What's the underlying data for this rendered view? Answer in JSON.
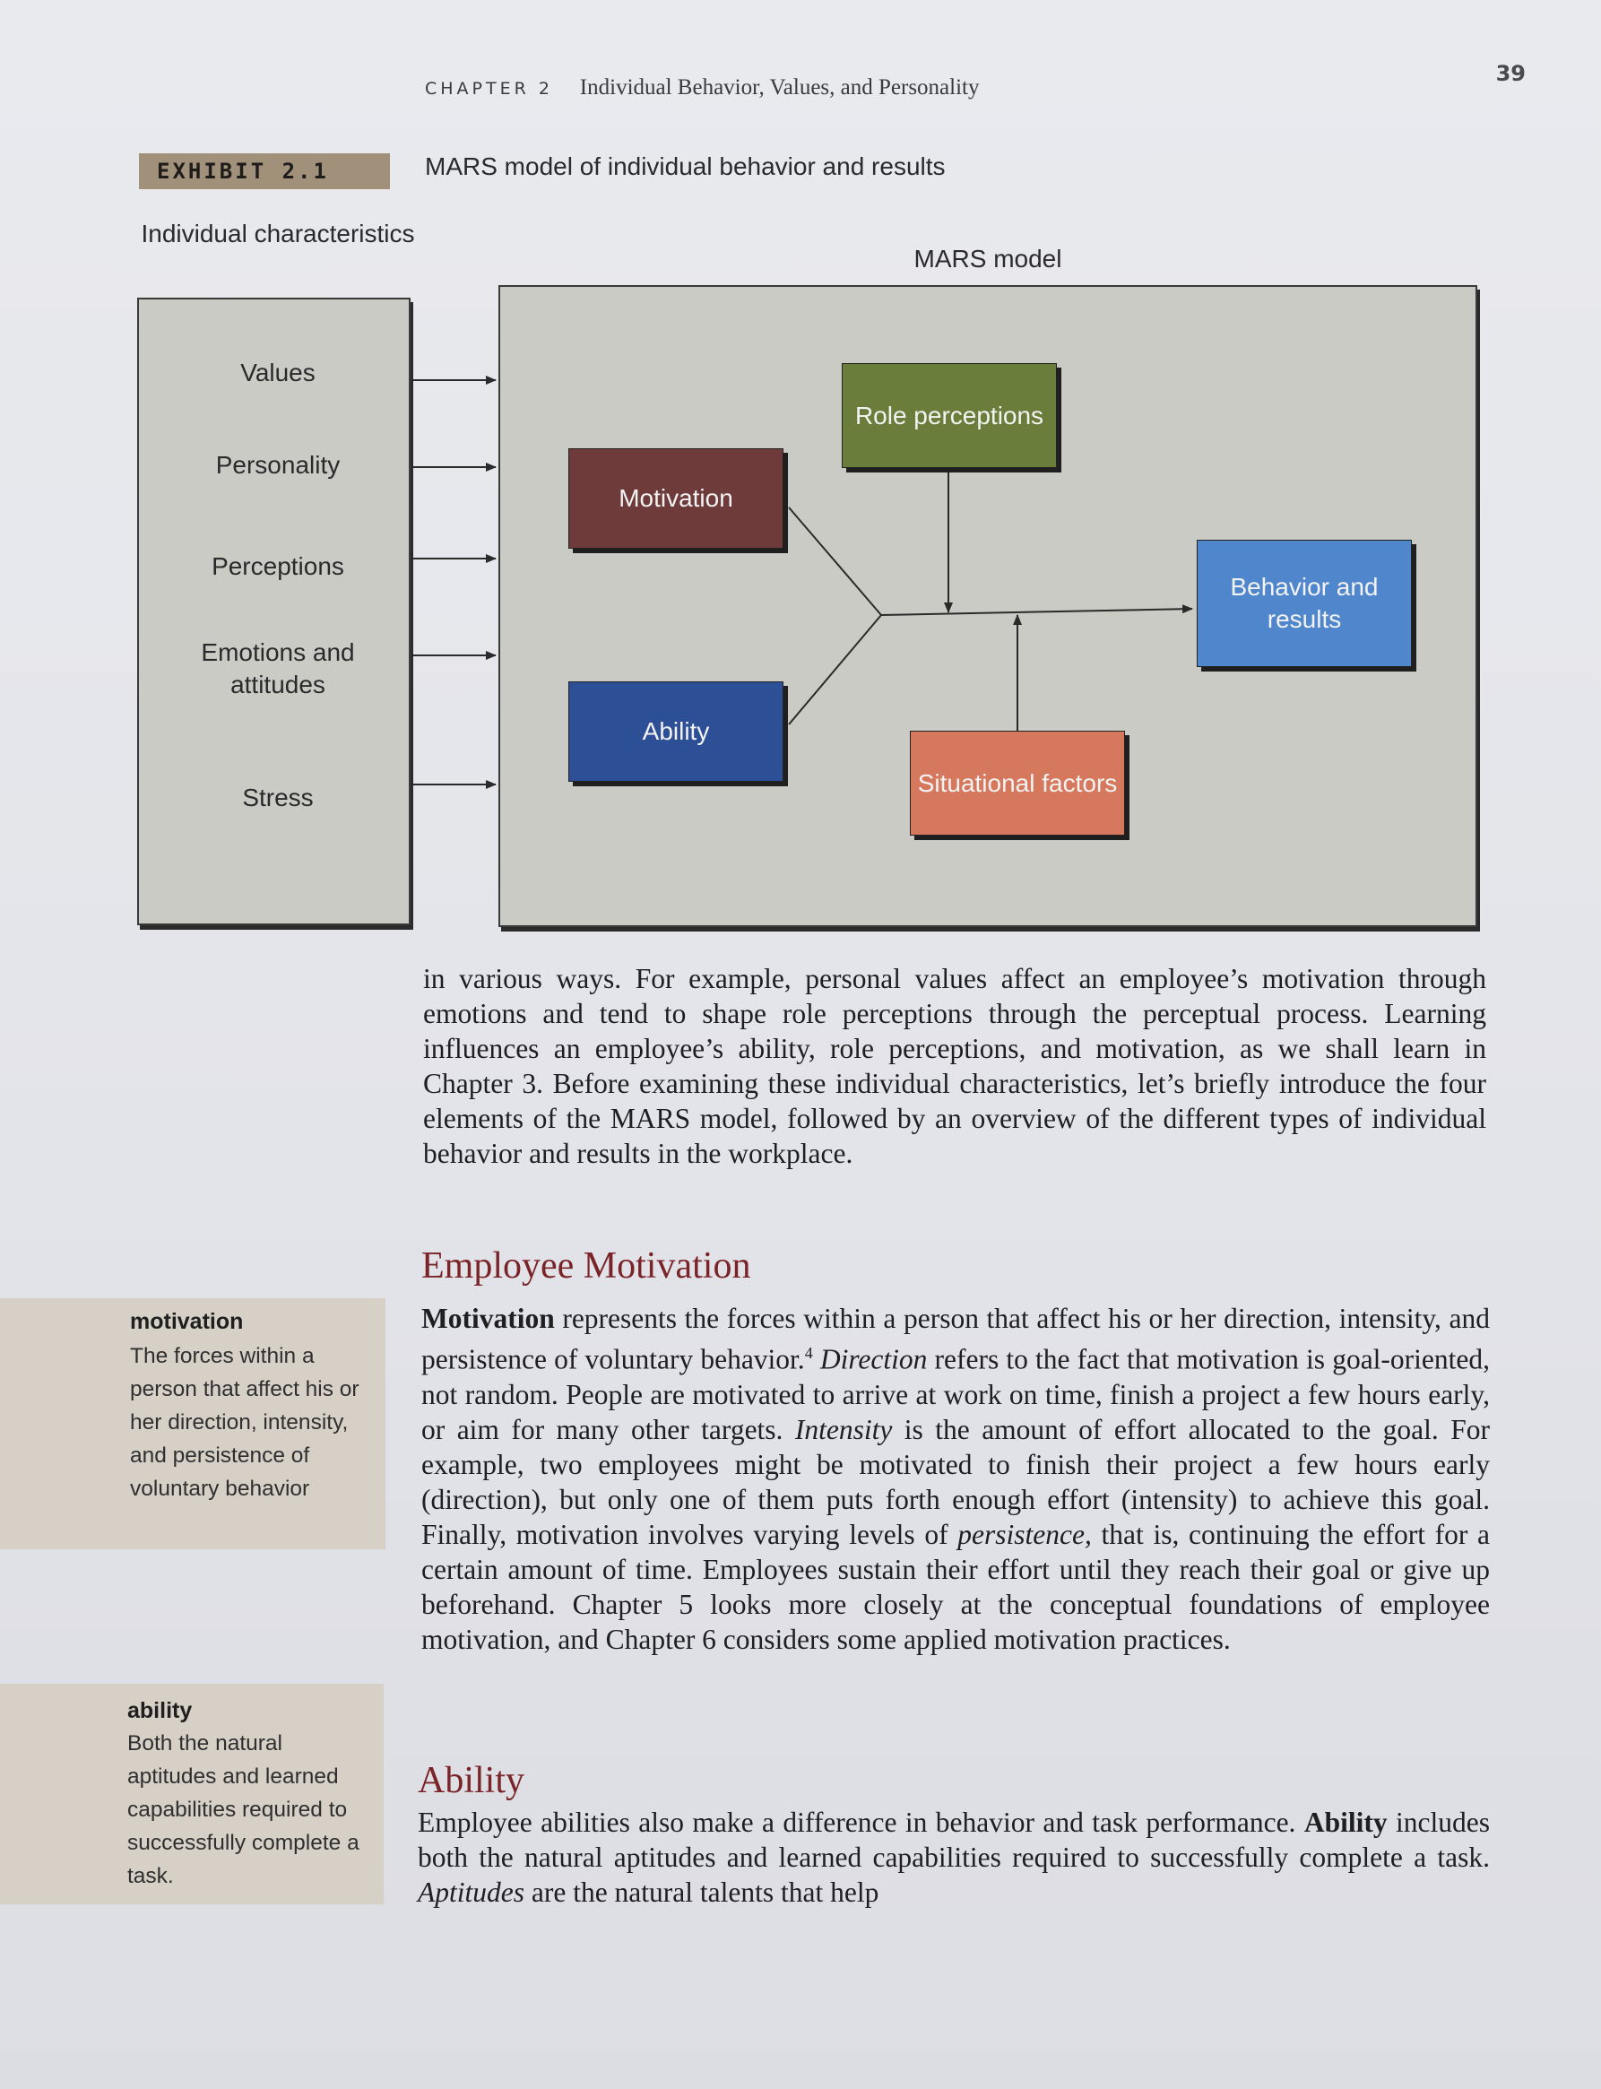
{
  "running_header": {
    "chapter_label": "CHAPTER 2",
    "chapter_title": "Individual Behavior, Values, and Personality",
    "page_number": "39"
  },
  "exhibit": {
    "tag": "EXHIBIT 2.1",
    "caption": "MARS model of individual behavior and results",
    "left_heading": "Individual characteristics",
    "right_heading": "MARS model",
    "characteristics": [
      "Values",
      "Personality",
      "Perceptions",
      "Emotions and attitudes",
      "Stress"
    ],
    "boxes": {
      "motivation": "Motivation",
      "ability": "Ability",
      "role_perceptions": "Role perceptions",
      "situational_factors": "Situational factors",
      "behavior_results": "Behavior and results"
    },
    "colors": {
      "motivation": "#6e3a3a",
      "ability": "#2d4f96",
      "role_perceptions": "#6a7d3a",
      "situational_factors": "#d6785e",
      "behavior_results": "#4f86cc",
      "panel": "#cbcbc6"
    }
  },
  "intro_paragraph": {
    "text": "in various ways. For example, personal values affect an employee’s motivation through emotions and tend to shape role perceptions through the perceptual process. Learning influences an employee’s ability, role perceptions, and motivation, as we shall learn in Chapter 3. Before examining these individual characteristics, let’s briefly introduce the four elements of the MARS model, followed by an overview of the different types of individual behavior and results in the workplace."
  },
  "section_motivation": {
    "heading": "Employee Motivation",
    "term": "Motivation",
    "t1": " represents the forces within a person that affect his or her direction, intensity, and persistence of voluntary behavior.",
    "note": "4",
    "t2": " ",
    "direction": "Direction",
    "t3": " refers to the fact that motivation is goal-oriented, not random. People are motivated to arrive at work on time, finish a project a few hours early, or aim for many other targets. ",
    "intensity": "Intensity",
    "t4": " is the amount of effort allocated to the goal. For example, two employees might be motivated to finish their project a few hours early (direction), but only one of them puts forth enough effort (intensity) to achieve this goal. Finally, motivation involves varying levels of ",
    "persistence": "persistence,",
    "t5": " that is, continuing the effort for a certain amount of time. Employees sustain their effort until they reach their goal or give up beforehand. Chapter 5 looks more closely at the conceptual foundations of employee motivation, and Chapter 6 considers some applied motivation practices."
  },
  "section_ability": {
    "heading": "Ability",
    "t1": "Employee abilities also make a difference in behavior and task performance. ",
    "term": "Ability",
    "t2": " includes both the natural aptitudes and learned capabilities required to successfully complete a task. ",
    "aptitudes": "Aptitudes",
    "t3": " are the natural talents that help"
  },
  "glossary": {
    "motivation": {
      "term": "motivation",
      "definition": "The forces within a person that affect his or her direction, intensity, and persistence of voluntary behavior"
    },
    "ability": {
      "term": "ability",
      "definition": "Both the natural aptitudes and learned capabilities required to successfully complete a task."
    }
  }
}
